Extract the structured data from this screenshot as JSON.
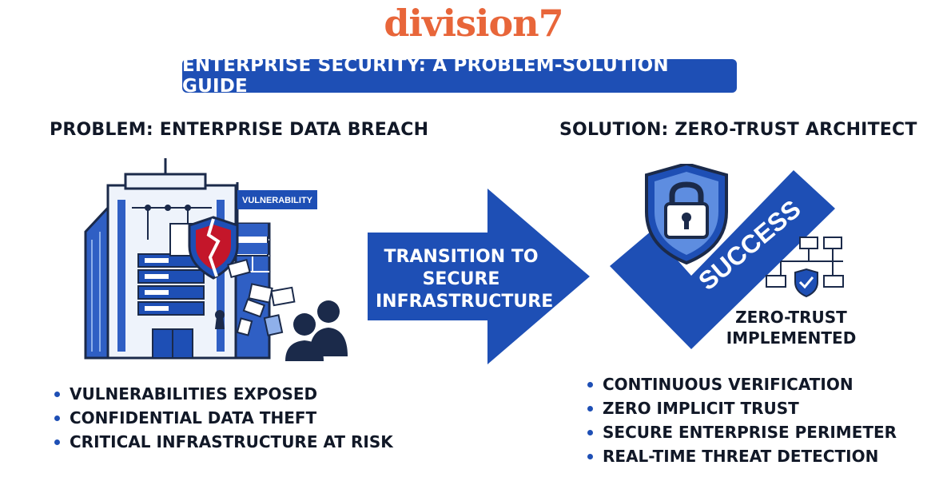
{
  "brand": "division7",
  "title": "ENTERPRISE SECURITY: A PROBLEM-SOLUTION GUIDE",
  "problem": {
    "heading": "PROBLEM: ENTERPRISE DATA BREACH",
    "vulnerability_tag": "VULNERABILITY",
    "bullets": [
      "VULNERABILITIES EXPOSED",
      "CONFIDENTIAL DATA THEFT",
      "CRITICAL INFRASTRUCTURE AT RISK"
    ]
  },
  "transition": {
    "lines": [
      "TRANSITION TO",
      "SECURE",
      "INFRASTRUCTURE"
    ]
  },
  "solution": {
    "heading": "SOLUTION: ZERO-TRUST ARCHITECT",
    "checkmark_label": "SUCCESS",
    "status_lines": [
      "ZERO-TRUST",
      "IMPLEMENTED"
    ],
    "bullets": [
      "CONTINUOUS VERIFICATION",
      "ZERO IMPLICIT TRUST",
      "SECURE ENTERPRISE PERIMETER",
      "REAL-TIME THREAT DETECTION"
    ]
  },
  "colors": {
    "brand": "#E8663A",
    "primary_blue": "#1E4FB5",
    "dark_navy": "#1B2A4A",
    "text": "#111827"
  },
  "icons": [
    "office-building-icon",
    "broken-shield-icon",
    "envelope-icon",
    "document-icon",
    "people-icon",
    "keyhole-icon",
    "right-arrow-icon",
    "padlock-shield-icon",
    "checkmark-icon",
    "network-icon",
    "small-shield-check-icon"
  ]
}
